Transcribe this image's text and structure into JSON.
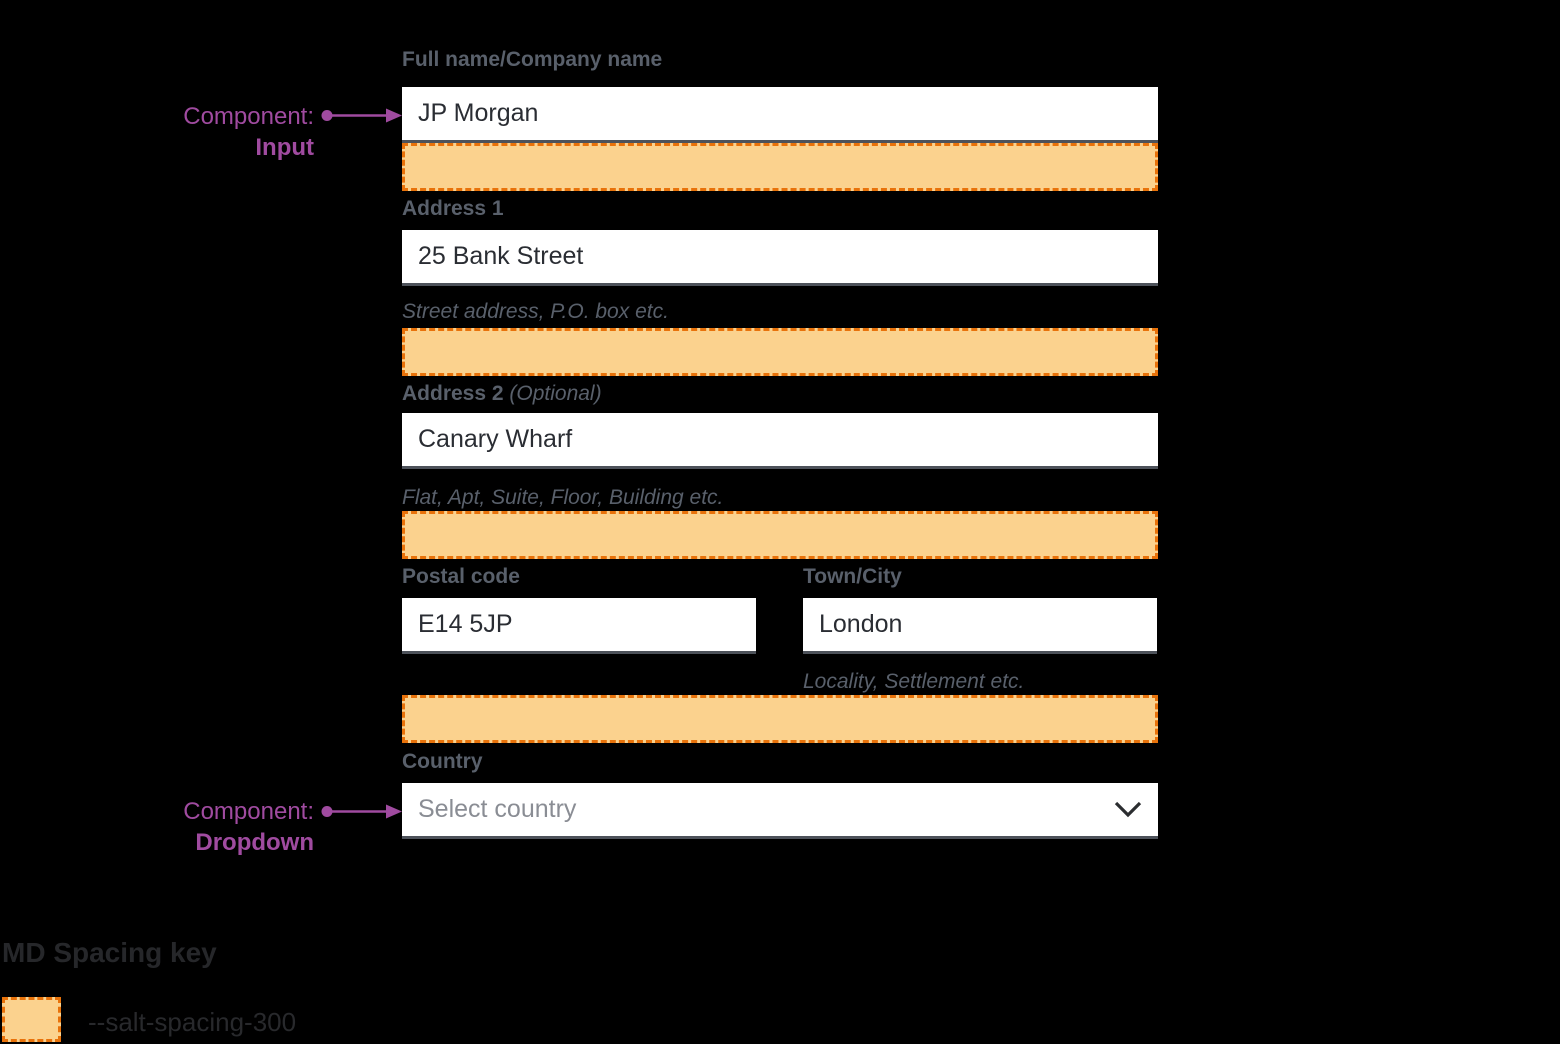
{
  "annotations": [
    {
      "prefix": "Component:",
      "name": "Input"
    },
    {
      "prefix": "Component:",
      "name": "Dropdown"
    }
  ],
  "form": {
    "full_name": {
      "label": "Full name/Company name",
      "value": "JP Morgan"
    },
    "address1": {
      "label": "Address 1",
      "value": "25 Bank Street",
      "helper": "Street address, P.O. box etc."
    },
    "address2": {
      "label": "Address 2",
      "label_suffix": "(Optional)",
      "value": "Canary Wharf",
      "helper": "Flat, Apt, Suite, Floor, Building etc."
    },
    "postal_code": {
      "label": "Postal code",
      "value": "E14 5JP"
    },
    "town_city": {
      "label": "Town/City",
      "value": "London",
      "helper": "Locality, Settlement etc."
    },
    "country": {
      "label": "Country",
      "placeholder": "Select country"
    }
  },
  "legend": {
    "title": "MD Spacing key",
    "token": "--salt-spacing-300"
  },
  "colors": {
    "background": "#000000",
    "spacing_fill": "#FBD28E",
    "spacing_border": "#E8720A",
    "annotation_purple": "#A04BA0",
    "label_gray": "#59606B",
    "input_text": "#2A2D33",
    "placeholder_gray": "#8A8D94",
    "input_border": "#4D525A",
    "chevron": "#2B2D30",
    "legend_title": "#26272A",
    "legend_text": "#28292C"
  }
}
